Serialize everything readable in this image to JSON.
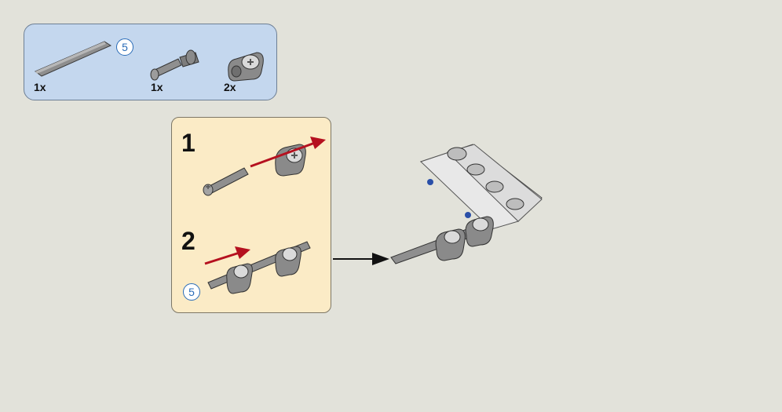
{
  "parts_list": {
    "axle_length_badge": "5",
    "items": [
      {
        "name": "axle",
        "icon": "axle-icon",
        "quantity": "1x"
      },
      {
        "name": "axle-pin",
        "icon": "axle-pin-icon",
        "quantity": "1x"
      },
      {
        "name": "cross-block",
        "icon": "cross-block-icon",
        "quantity": "2x"
      }
    ]
  },
  "steps": [
    {
      "number": "1"
    },
    {
      "number": "2",
      "axle_length_badge": "5"
    }
  ],
  "colors": {
    "parts_background": "#c4d7ee",
    "steps_background": "#fbebc6",
    "page_background": "#e2e2da",
    "arrow_red": "#b5101f",
    "badge_blue": "#2a6cb8",
    "part_gray": "#8f8f8f"
  }
}
